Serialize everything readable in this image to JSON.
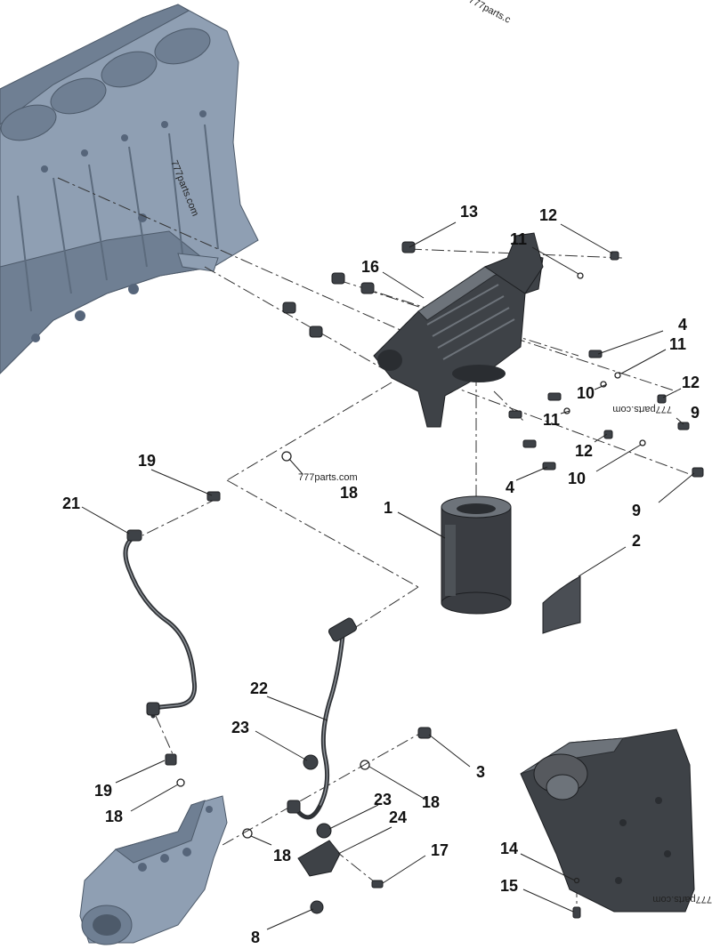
{
  "watermarks": [
    {
      "id": "wm-top",
      "text": "777parts.c"
    },
    {
      "id": "wm-block",
      "text": "777parts.com"
    },
    {
      "id": "wm-right",
      "text": "777parts.com"
    },
    {
      "id": "wm-mid",
      "text": "777parts.com"
    },
    {
      "id": "wm-bottom",
      "text": "777parts.com"
    }
  ],
  "callouts": [
    {
      "id": "c13a",
      "label": "13"
    },
    {
      "id": "c12a",
      "label": "12"
    },
    {
      "id": "c11a",
      "label": "11"
    },
    {
      "id": "c16",
      "label": "16"
    },
    {
      "id": "c4a",
      "label": "4"
    },
    {
      "id": "c11b",
      "label": "11"
    },
    {
      "id": "c12b",
      "label": "12"
    },
    {
      "id": "c10a",
      "label": "10"
    },
    {
      "id": "c9a",
      "label": "9"
    },
    {
      "id": "c11c",
      "label": "11"
    },
    {
      "id": "c12c",
      "label": "12"
    },
    {
      "id": "c19a",
      "label": "19"
    },
    {
      "id": "c21",
      "label": "21"
    },
    {
      "id": "c18a",
      "label": "18"
    },
    {
      "id": "c4b",
      "label": "4"
    },
    {
      "id": "c10b",
      "label": "10"
    },
    {
      "id": "c9b",
      "label": "9"
    },
    {
      "id": "c1",
      "label": "1"
    },
    {
      "id": "c2",
      "label": "2"
    },
    {
      "id": "c22",
      "label": "22"
    },
    {
      "id": "c23a",
      "label": "23"
    },
    {
      "id": "c3",
      "label": "3"
    },
    {
      "id": "c19b",
      "label": "19"
    },
    {
      "id": "c18b",
      "label": "18"
    },
    {
      "id": "c18c",
      "label": "18"
    },
    {
      "id": "c23b",
      "label": "23"
    },
    {
      "id": "c24",
      "label": "24"
    },
    {
      "id": "c18d",
      "label": "18"
    },
    {
      "id": "c17",
      "label": "17"
    },
    {
      "id": "c14",
      "label": "14"
    },
    {
      "id": "c15",
      "label": "15"
    },
    {
      "id": "c8",
      "label": "8"
    }
  ]
}
